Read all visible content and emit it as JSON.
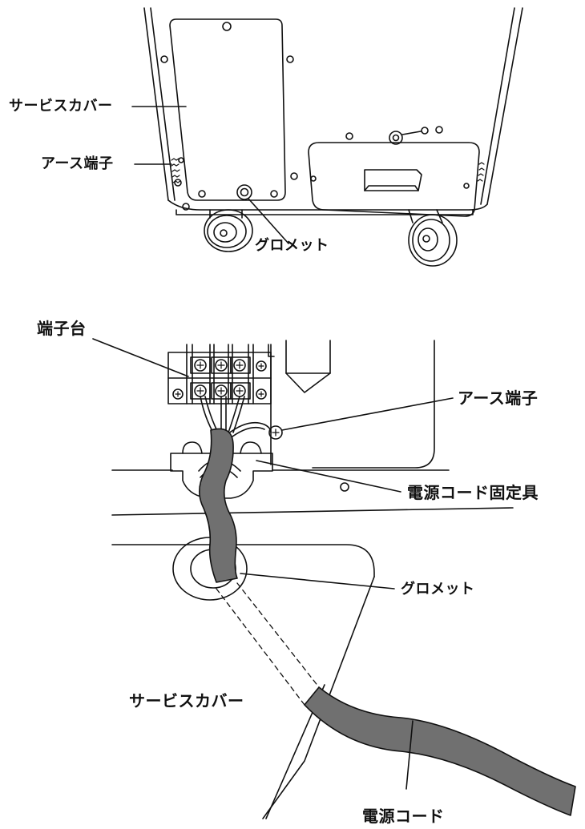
{
  "labels": {
    "top_service_cover": "サービスカバー",
    "top_earth_terminal": "アース端子",
    "top_grommet": "グロメット",
    "terminal_block": "端子台",
    "bottom_earth_terminal": "アース端子",
    "cord_clamp": "電源コード固定具",
    "bottom_grommet": "グロメット",
    "bottom_service_cover": "サービスカバー",
    "power_cord": "電源コード"
  },
  "colors": {
    "line": "#111111",
    "cord_fill": "#707070",
    "background": "#ffffff"
  }
}
